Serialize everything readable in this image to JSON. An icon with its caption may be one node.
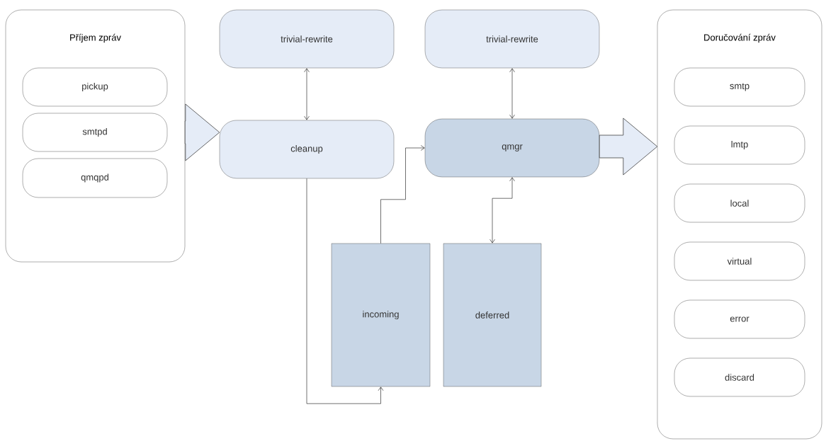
{
  "diagram": {
    "nodes": [
      {
        "text": [
          "Příjem zpráv"
        ]
      },
      {
        "text": [
          "pickup"
        ],
        "in": 0
      },
      {
        "text": [
          "smtpd"
        ],
        "in": 0
      },
      {
        "text": [
          "qmqpd"
        ],
        "in": 0
      },
      {
        "text": [
          "trivial-rewrite"
        ]
      },
      {
        "text": [
          "cleanup"
        ]
      },
      {
        "text": [
          "trivial-rewrite"
        ]
      },
      {
        "text": [
          "qmgr"
        ]
      },
      {
        "text": [
          "incoming"
        ]
      },
      {
        "text": [
          "deferred"
        ]
      },
      {
        "text": [
          "Doručování zpráv"
        ]
      },
      {
        "text": [
          "smtp"
        ],
        "in": 10
      },
      {
        "text": [
          "lmtp"
        ],
        "in": 10
      },
      {
        "text": [
          "local"
        ],
        "in": 10
      },
      {
        "text": [
          "virtual"
        ],
        "in": 10
      },
      {
        "text": [
          "error"
        ],
        "in": 10
      },
      {
        "text": [
          "discard"
        ],
        "in": 10
      }
    ],
    "edges": [
      {
        "from": 0,
        "to": 5,
        "arrow": "to",
        "style": "thick"
      },
      {
        "from": 4,
        "to": 5,
        "arrow": "both"
      },
      {
        "from": 5,
        "to": 8,
        "arrow": "to"
      },
      {
        "from": 8,
        "to": 7,
        "arrow": "to"
      },
      {
        "from": 6,
        "to": 7,
        "arrow": "both"
      },
      {
        "from": 7,
        "to": 9,
        "arrow": "both"
      },
      {
        "from": 7,
        "to": 10,
        "arrow": "to",
        "style": "thick"
      }
    ]
  }
}
